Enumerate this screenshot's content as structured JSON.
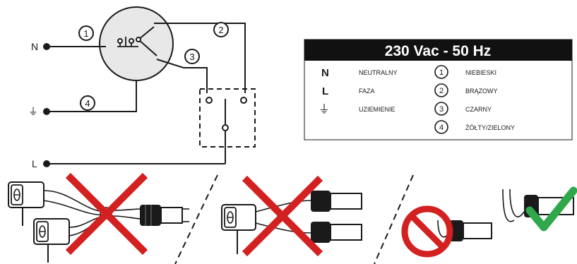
{
  "wiring": {
    "terminals": {
      "n": "N",
      "l": "L",
      "earth_symbol": "⏚"
    },
    "circle_labels": [
      "1",
      "2",
      "3",
      "4"
    ]
  },
  "legend": {
    "title": "230 Vac - 50 Hz",
    "rows": [
      {
        "symbol": "N",
        "name": "NEUTRALNY",
        "num": "1",
        "color": "NIEBIESKI"
      },
      {
        "symbol": "L",
        "name": "FAZA",
        "num": "2",
        "color": "BRĄZOWY"
      },
      {
        "symbol": "⏚",
        "name": "UZIEMIENIE",
        "num": "3",
        "color": "CZARNY"
      },
      {
        "symbol": "",
        "name": "",
        "num": "4",
        "color": "ŻÓŁTY/ZIELONY"
      }
    ]
  },
  "colors": {
    "ink": "#1a1a1a",
    "wrong": "#d32020",
    "right": "#2ea84a",
    "panel_header": "#111111"
  },
  "icons": [
    "cross-icon",
    "cross-icon",
    "prohibited-icon",
    "checkmark-icon"
  ]
}
